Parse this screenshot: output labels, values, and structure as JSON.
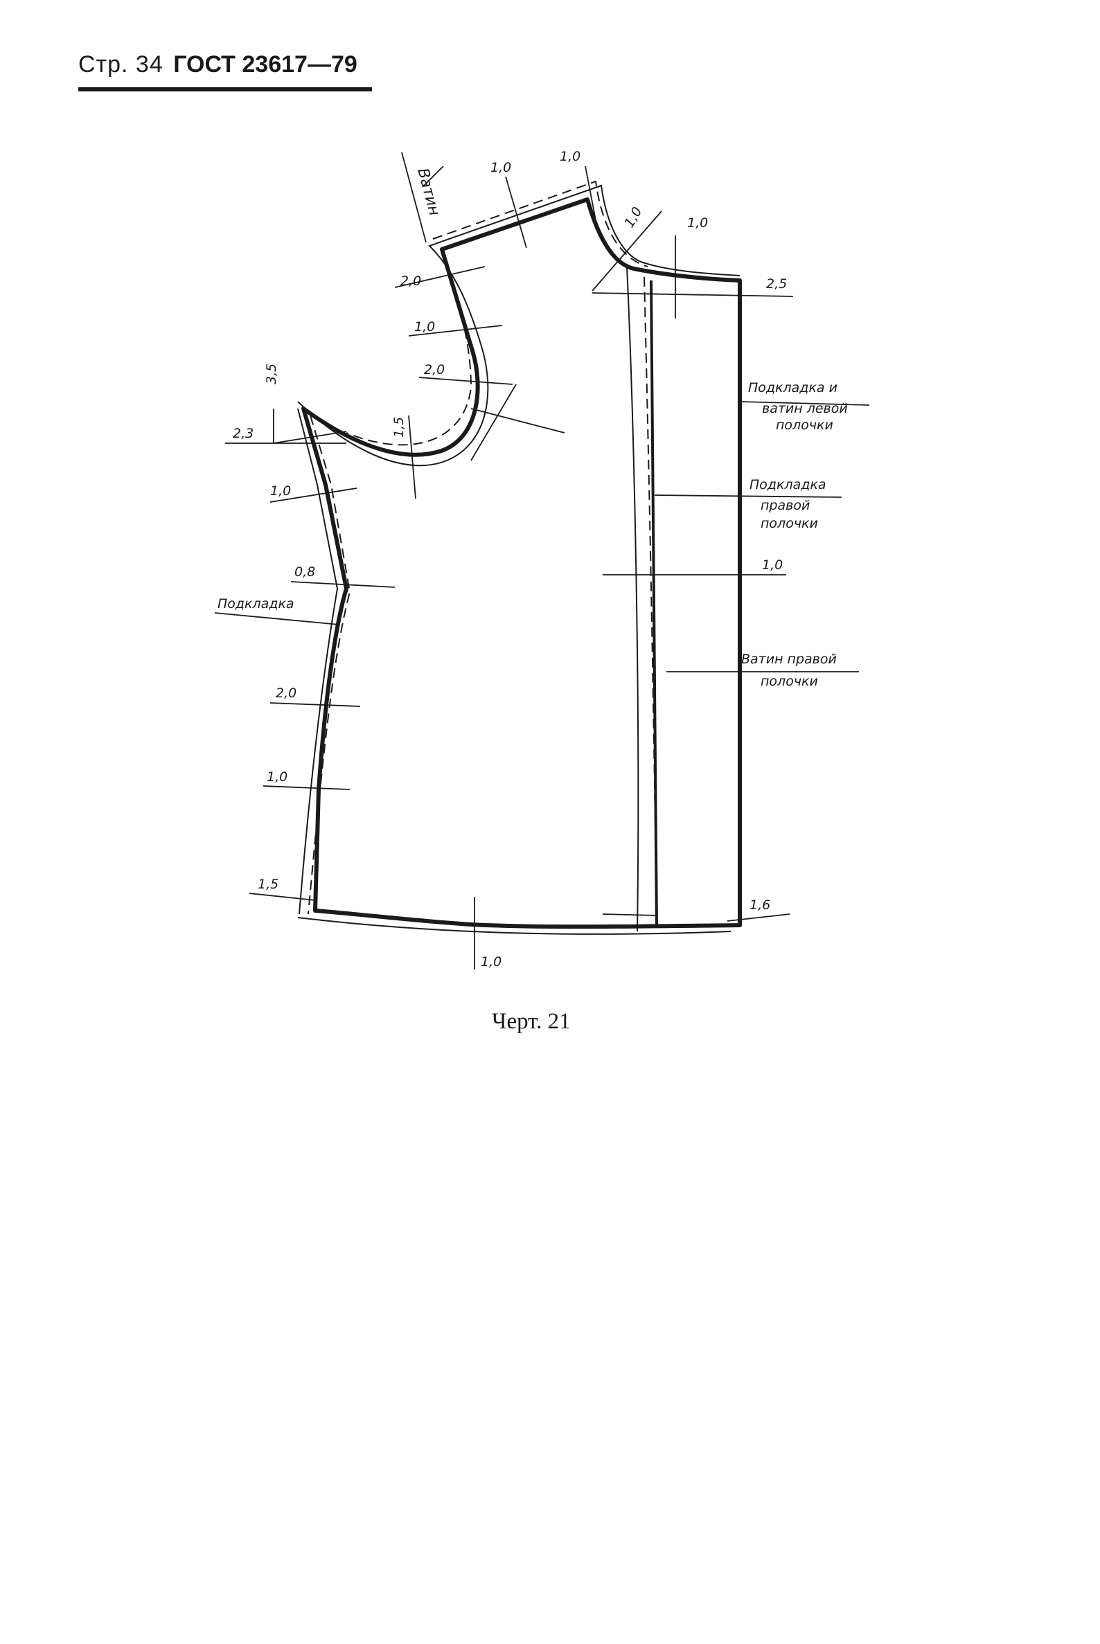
{
  "header": {
    "page_label": "Стр. 34",
    "standard": "ГОСТ 23617—79"
  },
  "figure": {
    "caption": "Черт. 21",
    "labels": {
      "batting_top": "Ватин",
      "shoulder_left": "1,0",
      "shoulder_right": "1,0",
      "neck_diag": "1,0",
      "neck_top": "1,0",
      "neck_right": "2,5",
      "armhole_1": "2,0",
      "armhole_2": "1,0",
      "armhole_3": "2,0",
      "armhole_bottom": "1,5",
      "top_vert": "3,5",
      "side_top": "2,3",
      "side_1": "1,0",
      "side_2": "0,8",
      "lining_left": "Подкладка",
      "side_3": "2,0",
      "side_4": "1,0",
      "hem_left": "1,5",
      "hem_bottom": "1,0",
      "hem_right": "1,6",
      "mid_right": "1,0",
      "left_front_l1": "Подкладка и",
      "left_front_l2": "ватин левой",
      "left_front_l3": "полочки",
      "right_lining_l1": "Подкладка",
      "right_lining_l2": "правой",
      "right_lining_l3": "полочки",
      "right_batting_l1": "Ватин правой",
      "right_batting_l2": "полочки"
    }
  }
}
